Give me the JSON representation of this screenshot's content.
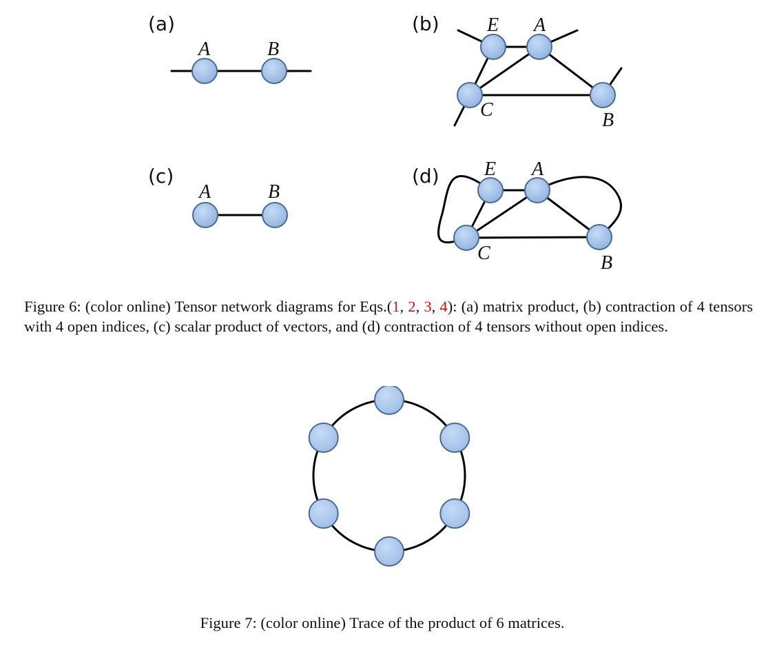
{
  "colors": {
    "node_fill": "#9dbde6",
    "node_stroke": "#4a6a93",
    "edge": "#000000",
    "citation": "#cc1111"
  },
  "figure6": {
    "panels": {
      "a": {
        "label": "(a)",
        "nodes": [
          "A",
          "B"
        ]
      },
      "b": {
        "label": "(b)",
        "nodes": [
          "E",
          "A",
          "C",
          "B"
        ]
      },
      "c": {
        "label": "(c)",
        "nodes": [
          "A",
          "B"
        ]
      },
      "d": {
        "label": "(d)",
        "nodes": [
          "E",
          "A",
          "C",
          "B"
        ]
      }
    },
    "caption": {
      "prefix": "Figure 6: (color online) Tensor network diagrams for Eqs.(",
      "refs": [
        "1",
        "2",
        "3",
        "4"
      ],
      "separator": ", ",
      "suffix": "): (a) matrix product, (b) contraction of 4 tensors with 4 open indices, (c) scalar product of vectors, and (d) contraction of 4 tensors without open indices."
    }
  },
  "figure7": {
    "node_count": 6,
    "caption": "Figure 7: (color online) Trace of the product of 6 matrices."
  }
}
